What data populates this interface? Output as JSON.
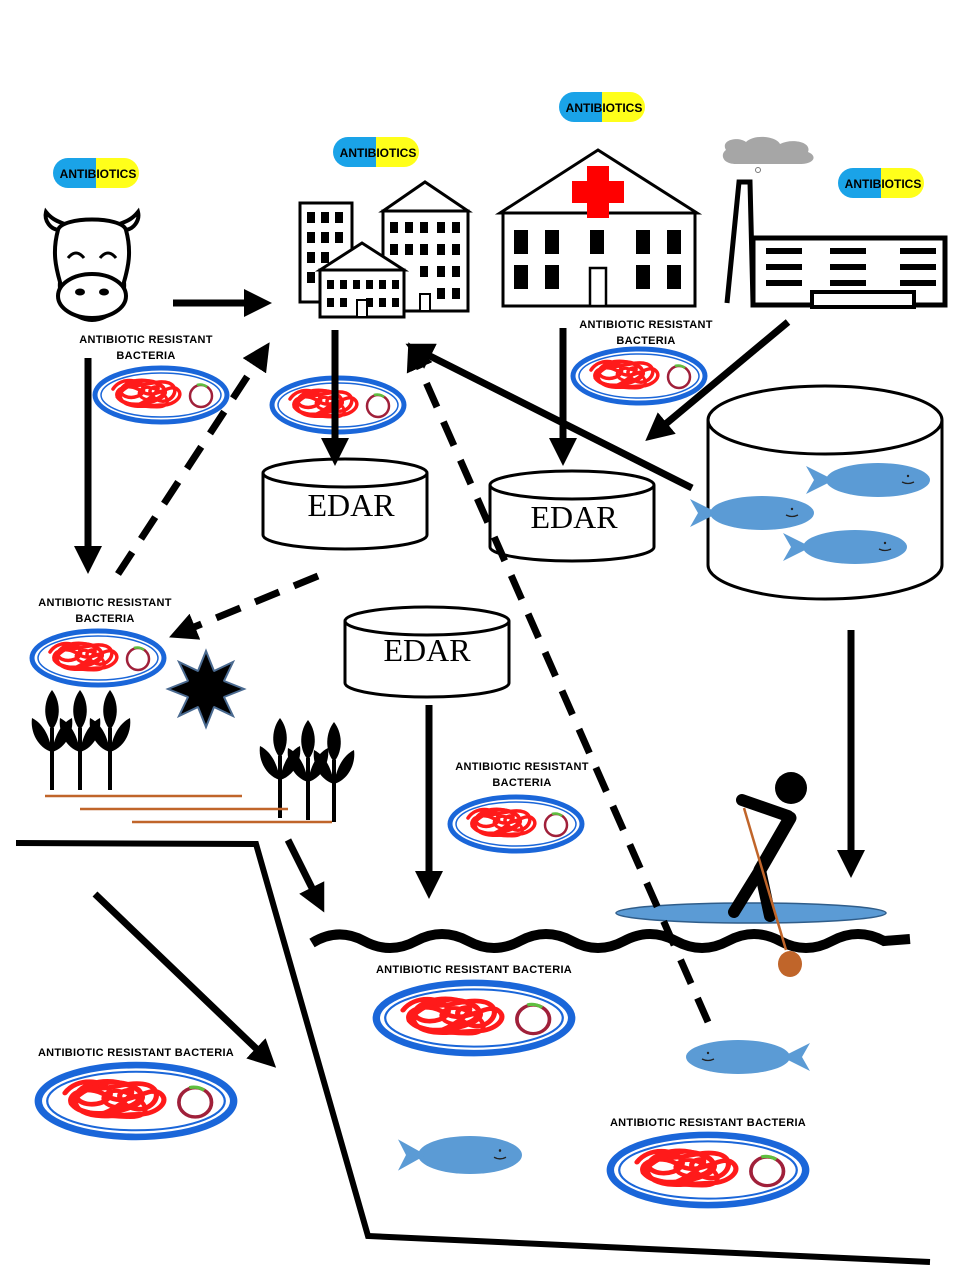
{
  "antibiotics_label": "ANTIBIOTICS",
  "resistant_label_line1": "ANTIBIOTIC  RESISTANT",
  "resistant_label_line2": "BACTERIA",
  "resistant_label_full": "ANTIBIOTIC  RESISTANT  BACTERIA",
  "edar_label": "EDAR",
  "colors": {
    "pill_left": "#1aa3e8",
    "pill_right": "#ffff1a",
    "petri_rim": "#1a66d9",
    "bacteria": "#ff1a1a",
    "plasmid": "#a0203a",
    "fish": "#5b9bd5",
    "red_cross": "#ff0000",
    "soil_line": "#c0652a",
    "paddle": "#c0652a",
    "smoke": "#a6a6a6"
  }
}
